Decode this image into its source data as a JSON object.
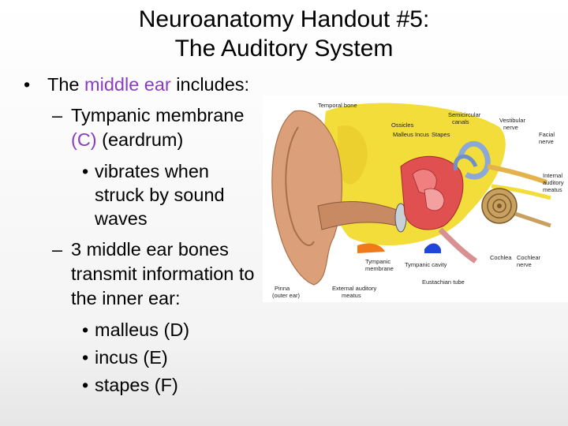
{
  "title": {
    "line1": "Neuroanatomy Handout #5:",
    "line2": "The Auditory System"
  },
  "body": {
    "bullet1": {
      "pre": "The ",
      "highlight": "middle ear",
      "post": " includes:"
    },
    "sub1": {
      "line1": "Tympanic membrane",
      "letter": "(C)",
      "rest": " (eardrum)"
    },
    "sub1_detail": [
      "vibrates when",
      "struck by sound",
      "waves"
    ],
    "sub2": [
      "3 middle ear bones",
      "transmit information to",
      "the inner ear:"
    ],
    "bones": [
      "malleus (D)",
      "incus (E)",
      "stapes (F)"
    ]
  },
  "diagram_labels": {
    "temporal_bone": "Temporal bone",
    "ossicles": "Ossicles",
    "malleus": "Malleus",
    "incus": "Incus",
    "stapes": "Stapes",
    "semicircular": "Semicircular",
    "canals": "canals",
    "vestibular": "Vestibular",
    "nerve": "nerve",
    "facial": "Facial",
    "facial_nerve": "nerve",
    "internal": "Internal",
    "auditory": "auditory",
    "meatus": "meatus",
    "cochlea": "Cochlea",
    "cochlear": "Cochlear",
    "cochlear_nerve": "nerve",
    "tympanic": "Tympanic",
    "membrane": "membrane",
    "tympanic_cavity": "Tympanic cavity",
    "eustachian": "Eustachian tube",
    "pinna": "Pinna",
    "outer_ear": "(outer ear)",
    "external": "External auditory",
    "ext_meatus": "meatus"
  },
  "colors": {
    "accent": "#8a3cc2",
    "ear_skin": "#dba07a",
    "bone": "#f2dd3a",
    "canal": "#e05050",
    "inner": "#8aa8d8",
    "blue": "#1f46d6",
    "orange": "#f07a1a"
  }
}
